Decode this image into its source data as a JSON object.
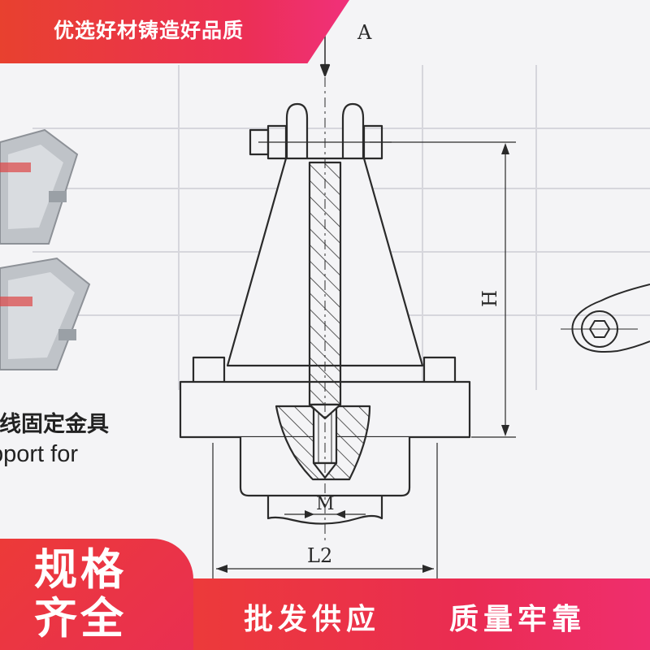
{
  "banner": {
    "top_slogan": "优选好材铸造好品质",
    "badge_line1": "规格",
    "badge_line2": "齐全",
    "bottom_slogan_1": "批发供应",
    "bottom_slogan_2": "质量牢靠"
  },
  "background": {
    "cn_label_fragment": "母线固定金具",
    "en_label_fragment": "pport for"
  },
  "drawing": {
    "view_label": "A",
    "dim_height": "H",
    "dim_thread": "M",
    "dim_length": "L2"
  },
  "colors": {
    "banner_red": "#e93a3e",
    "banner_pink": "#ef2e6e",
    "line": "#2a2a2a"
  }
}
